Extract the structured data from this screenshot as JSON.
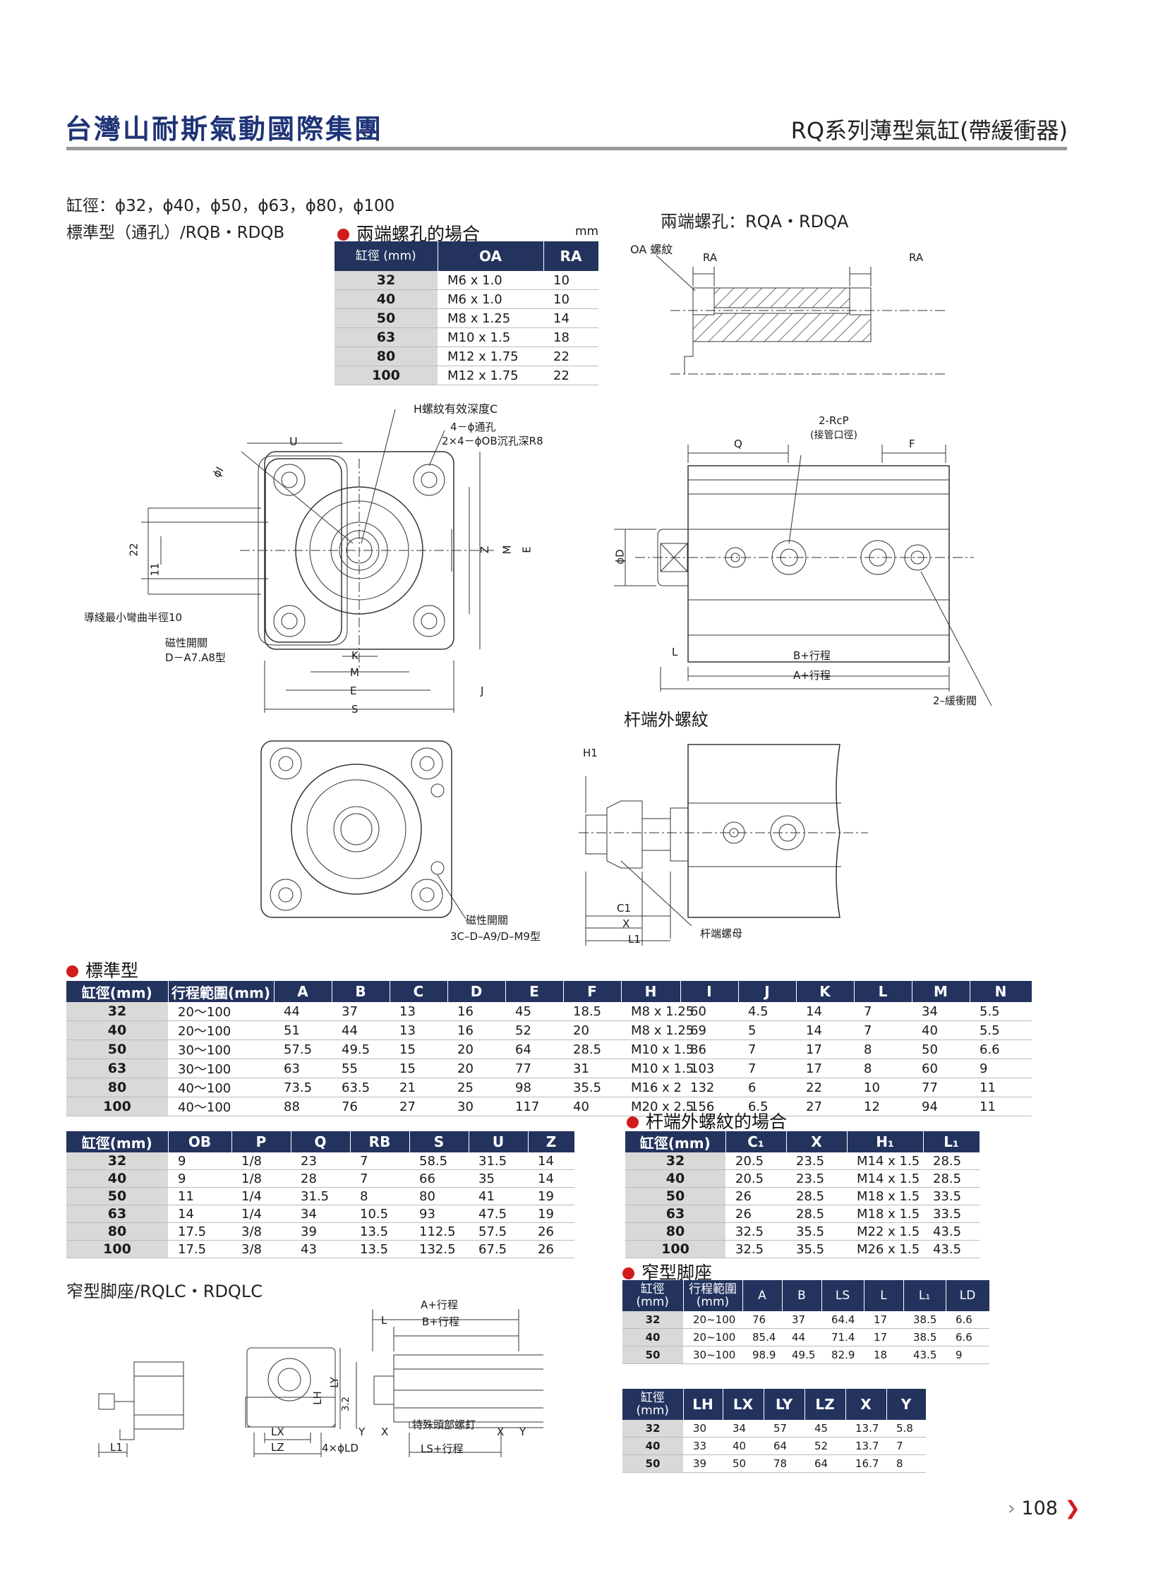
{
  "header": {
    "company": "台灣山耐斯氣動國際集團",
    "series": "RQ系列薄型氣缸(帶緩衝器)"
  },
  "intro": {
    "bores": "缸徑：ϕ32，ϕ40，ϕ50，ϕ63，ϕ80，ϕ100",
    "standard_type": "標準型（通孔）/RQB・RDQB",
    "both_ends_title": "兩端螺孔：RQA・RDQA"
  },
  "oa_table": {
    "title": "兩端螺孔的場合",
    "unit": "mm",
    "headers": [
      "缸徑\n(mm)",
      "OA",
      "RA"
    ],
    "rows": [
      [
        "32",
        "M6 x 1.0",
        "10"
      ],
      [
        "40",
        "M6 x 1.0",
        "10"
      ],
      [
        "50",
        "M8 x 1.25",
        "14"
      ],
      [
        "63",
        "M10 x 1.5",
        "18"
      ],
      [
        "80",
        "M12 x 1.75",
        "22"
      ],
      [
        "100",
        "M12 x 1.75",
        "22"
      ]
    ]
  },
  "drawing_labels": {
    "oa_thread": "OA 螺紋",
    "ra": "RA",
    "h_thread": "H螺紋有效深度C",
    "through_hole": "4－ϕ通孔",
    "counterbore": "2×4－ϕOB沉孔深R8",
    "u": "U",
    "i": "ϕI",
    "d22": "22",
    "d11": "11",
    "z": "Z",
    "m": "M",
    "e": "E",
    "k": "K",
    "s": "S",
    "j": "J",
    "wire_bend": "導綫最小彎曲半徑10",
    "switch_1": "磁性開關",
    "switch_1_model": "D－A7.A8型",
    "port": "2-RcP",
    "port_note": "(接管口徑)",
    "q": "Q",
    "f": "F",
    "phi_d": "ϕD",
    "l": "L",
    "b_stroke": "B+行程",
    "a_stroke": "A+行程",
    "cushion": "2–緩衝閥",
    "rod_thread_title": "杆端外螺紋",
    "h1": "H1",
    "c1": "C1",
    "x": "X",
    "l1": "L1",
    "rod_nut": "杆端螺母",
    "switch_2": "磁性開關",
    "switch_2_model": "3C–D–A9/D–M9型"
  },
  "standard_table": {
    "title": "標準型",
    "headers": [
      "缸徑(mm)",
      "行程範圍(mm)",
      "A",
      "B",
      "C",
      "D",
      "E",
      "F",
      "H",
      "I",
      "J",
      "K",
      "L",
      "M",
      "N"
    ],
    "rows": [
      [
        "32",
        "20～100",
        "44",
        "37",
        "13",
        "16",
        "45",
        "18.5",
        "M8 x 1.25",
        "60",
        "4.5",
        "14",
        "7",
        "34",
        "5.5"
      ],
      [
        "40",
        "20～100",
        "51",
        "44",
        "13",
        "16",
        "52",
        "20",
        "M8 x 1.25",
        "69",
        "5",
        "14",
        "7",
        "40",
        "5.5"
      ],
      [
        "50",
        "30～100",
        "57.5",
        "49.5",
        "15",
        "20",
        "64",
        "28.5",
        "M10 x 1.5",
        "86",
        "7",
        "17",
        "8",
        "50",
        "6.6"
      ],
      [
        "63",
        "30～100",
        "63",
        "55",
        "15",
        "20",
        "77",
        "31",
        "M10 x 1.5",
        "103",
        "7",
        "17",
        "8",
        "60",
        "9"
      ],
      [
        "80",
        "40～100",
        "73.5",
        "63.5",
        "21",
        "25",
        "98",
        "35.5",
        "M16 x 2",
        "132",
        "6",
        "22",
        "10",
        "77",
        "11"
      ],
      [
        "100",
        "40～100",
        "88",
        "76",
        "27",
        "30",
        "117",
        "40",
        "M20 x 2.5",
        "156",
        "6.5",
        "27",
        "12",
        "94",
        "11"
      ]
    ]
  },
  "ob_table": {
    "headers": [
      "缸徑(mm)",
      "OB",
      "P",
      "Q",
      "RB",
      "S",
      "U",
      "Z"
    ],
    "rows": [
      [
        "32",
        "9",
        "1/8",
        "23",
        "7",
        "58.5",
        "31.5",
        "14"
      ],
      [
        "40",
        "9",
        "1/8",
        "28",
        "7",
        "66",
        "35",
        "14"
      ],
      [
        "50",
        "11",
        "1/4",
        "31.5",
        "8",
        "80",
        "41",
        "19"
      ],
      [
        "63",
        "14",
        "1/4",
        "34",
        "10.5",
        "93",
        "47.5",
        "19"
      ],
      [
        "80",
        "17.5",
        "3/8",
        "39",
        "13.5",
        "112.5",
        "57.5",
        "26"
      ],
      [
        "100",
        "17.5",
        "3/8",
        "43",
        "13.5",
        "132.5",
        "67.5",
        "26"
      ]
    ]
  },
  "rod_table": {
    "title": "杆端外螺紋的場合",
    "headers": [
      "缸徑(mm)",
      "C₁",
      "X",
      "H₁",
      "L₁"
    ],
    "rows": [
      [
        "32",
        "20.5",
        "23.5",
        "M14 x 1.5",
        "28.5"
      ],
      [
        "40",
        "20.5",
        "23.5",
        "M14 x 1.5",
        "28.5"
      ],
      [
        "50",
        "26",
        "28.5",
        "M18 x 1.5",
        "33.5"
      ],
      [
        "63",
        "26",
        "28.5",
        "M18 x 1.5",
        "33.5"
      ],
      [
        "80",
        "32.5",
        "35.5",
        "M22 x 1.5",
        "43.5"
      ],
      [
        "100",
        "32.5",
        "35.5",
        "M26 x 1.5",
        "43.5"
      ]
    ]
  },
  "foot_section": {
    "title": "窄型脚座/RQLC・RDQLC",
    "labels": {
      "a_stroke": "A+行程",
      "b_stroke": "B+行程",
      "l": "L",
      "ly": "LY",
      "lh": "LH",
      "d32": "3.2",
      "lx": "LX",
      "lz": "LZ",
      "y": "Y",
      "x": "X",
      "ld": "4×ϕLD",
      "ls_stroke": "LS+行程",
      "screw": "特殊頭部螺釘",
      "l1": "L1"
    }
  },
  "foot_table": {
    "title": "窄型脚座",
    "headers": [
      "缸徑\n(mm)",
      "行程範圍\n(mm)",
      "A",
      "B",
      "LS",
      "L",
      "L₁",
      "LD"
    ],
    "rows": [
      [
        "32",
        "20~100",
        "76",
        "37",
        "64.4",
        "17",
        "38.5",
        "6.6"
      ],
      [
        "40",
        "20~100",
        "85.4",
        "44",
        "71.4",
        "17",
        "38.5",
        "6.6"
      ],
      [
        "50",
        "30~100",
        "98.9",
        "49.5",
        "82.9",
        "18",
        "43.5",
        "9"
      ]
    ]
  },
  "foot_table2": {
    "headers": [
      "缸徑\n(mm)",
      "LH",
      "LX",
      "LY",
      "LZ",
      "X",
      "Y"
    ],
    "rows": [
      [
        "32",
        "30",
        "34",
        "57",
        "45",
        "13.7",
        "5.8"
      ],
      [
        "40",
        "33",
        "40",
        "64",
        "52",
        "13.7",
        "7"
      ],
      [
        "50",
        "39",
        "50",
        "78",
        "64",
        "16.7",
        "8"
      ]
    ]
  },
  "page_number": "108",
  "colors": {
    "header_blue": "#1f3477",
    "table_header": "#23335e",
    "bullet_red": "#d21c1c",
    "bore_cell": "#d9d9d9"
  }
}
